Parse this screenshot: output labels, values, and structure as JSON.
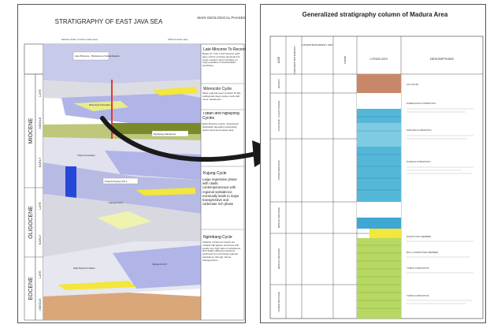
{
  "left": {
    "title": "STRATIGRAPHY OF EAST JAVA SEA",
    "phases_title": "MAIN GEOLOGICAL PHASES",
    "header_left": "Madura Strait / Onshore East Java",
    "header_right": "Offshore East Java",
    "epochs": [
      "MIOCENE",
      "OLIGOCENE",
      "EOCENE"
    ],
    "subdivisions": [
      "LATE",
      "MIDDLE",
      "EARLY",
      "LATE",
      "EARLY",
      "LATE",
      "MIDDLE"
    ],
    "formation_labels": [
      "Late Pliocene - Pleistocene Volcaniclastics",
      "Wonocolo Formation",
      "Ngrayong Sandstone",
      "Tuban Formation",
      "Prupuh Kujung Unit 1",
      "Kujung Unit 2",
      "Ngimbang Formation",
      "Kujung Unit III"
    ],
    "phases": [
      {
        "title": "Late Miocene To Recent",
        "text": "Began at 7 Ma. Local Tectonic uplift gave control on facies development. Large volcanic input contribute on huge quantities of Volcaniclastic sandstone"
      },
      {
        "title": "Wonocolo Cycle",
        "text": "Major regional event at about 10 Ma, widespread deep marine marls with minor sandstones"
      },
      {
        "title": "Tuban and Ngrayong Cycles",
        "text": "Early Miocene events, widespread siliciclastic deposition particularly quartz sand across East Java"
      },
      {
        "title": "Kujung Cycle",
        "text": "Large regressive phase with clastic contemporaneous with regional subsidence; eventually leads to major transgressive and carbonate rich phase"
      },
      {
        "title": "Ngimbang Cycle",
        "text": "Initiation of back arc basins via multiple half graben structures with locally very high rates of subsidence. Rift initially infilled by lacustrine sediments but continuing regional subsidence through marine transgressions"
      }
    ]
  },
  "right": {
    "title": "Generalized stratigraphy column of Madura Area",
    "columns": [
      "AGE",
      "CHRONOSTRATIGRAPHY",
      "LITHOSTRATIGRAPHY UNIT",
      "TREND",
      "LITHOLOGY",
      "DESCRIPTIONS"
    ],
    "ages": [
      "RECENT",
      "PLIOCENE - PLEISTOCENE",
      "UPPER MIOCENE",
      "MIDDLE MIOCENE",
      "MIDDLE MIOCENE",
      "LOWER MIOCENE"
    ],
    "descriptions": [
      "ALLUVIUM",
      "PAMEKASAN FORMATION",
      "MADURA FORMATION",
      "PASEAN FORMATION",
      "NGRAYONG MEMBER",
      "BULU LIMESTONE MEMBER",
      "TUBAN FORMATION",
      "TUBAN FORMATION"
    ]
  },
  "colors": {
    "purple": "#b0b4e6",
    "blue": "#2747d8",
    "yellow": "#f4e63a",
    "tan": "#d9a77a",
    "olive": "#7a8a2a",
    "red": "#e03a2a",
    "green": "#b7d964",
    "cyan": "#55b7d8"
  }
}
